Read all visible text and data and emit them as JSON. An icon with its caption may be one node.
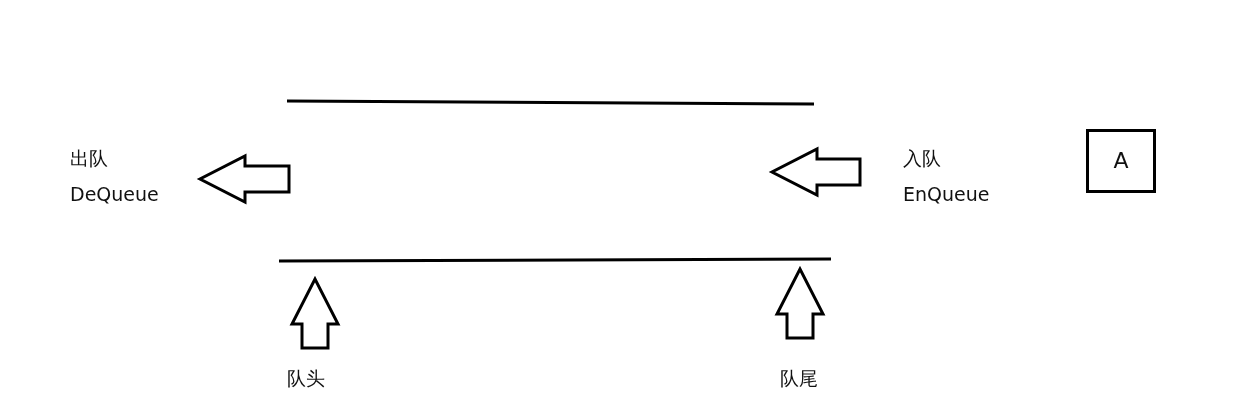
{
  "diagram": {
    "nodes": [
      {
        "text": [
          "出队",
          "DeQueue"
        ]
      },
      {
        "text": [
          "入队",
          "EnQueue"
        ]
      },
      {
        "text": [
          "A"
        ]
      },
      {
        "text": [
          "队头"
        ]
      },
      {
        "text": [
          "队尾"
        ]
      }
    ],
    "edges": [
      {
        "from": 3,
        "to": null,
        "arrow": "to"
      },
      {
        "from": 4,
        "to": null,
        "arrow": "to"
      }
    ]
  }
}
